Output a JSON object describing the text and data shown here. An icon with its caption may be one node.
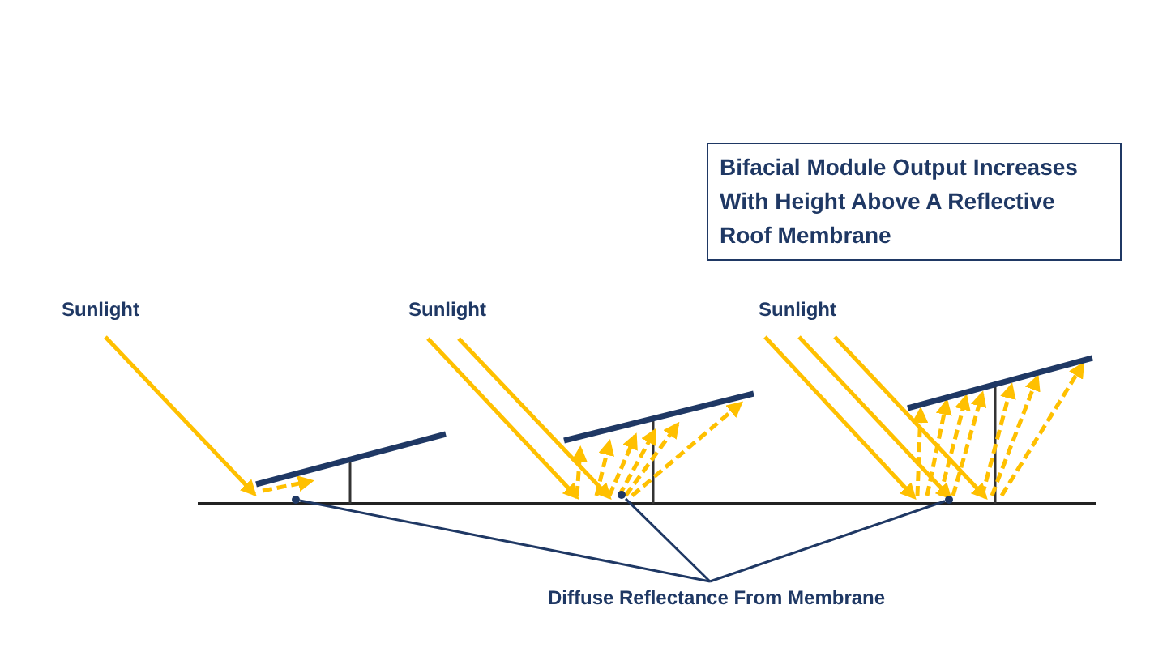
{
  "diagram": {
    "title": "Bifacial Module Output Increases With Height Above A Reflective Roof Membrane",
    "nodes": [
      {
        "text": [
          "Diffuse Reflectance From Membrane"
        ]
      },
      {
        "text": [],
        "shape": "circle"
      },
      {
        "text": [],
        "shape": "circle"
      },
      {
        "text": [],
        "shape": "circle"
      }
    ],
    "edges": [
      {
        "from": 0,
        "to": 1,
        "arrow": "none"
      },
      {
        "from": 0,
        "to": 2,
        "arrow": "none"
      },
      {
        "from": 0,
        "to": 3,
        "arrow": "none"
      }
    ],
    "labels": [
      "Sunlight",
      "Sunlight",
      "Sunlight"
    ]
  }
}
